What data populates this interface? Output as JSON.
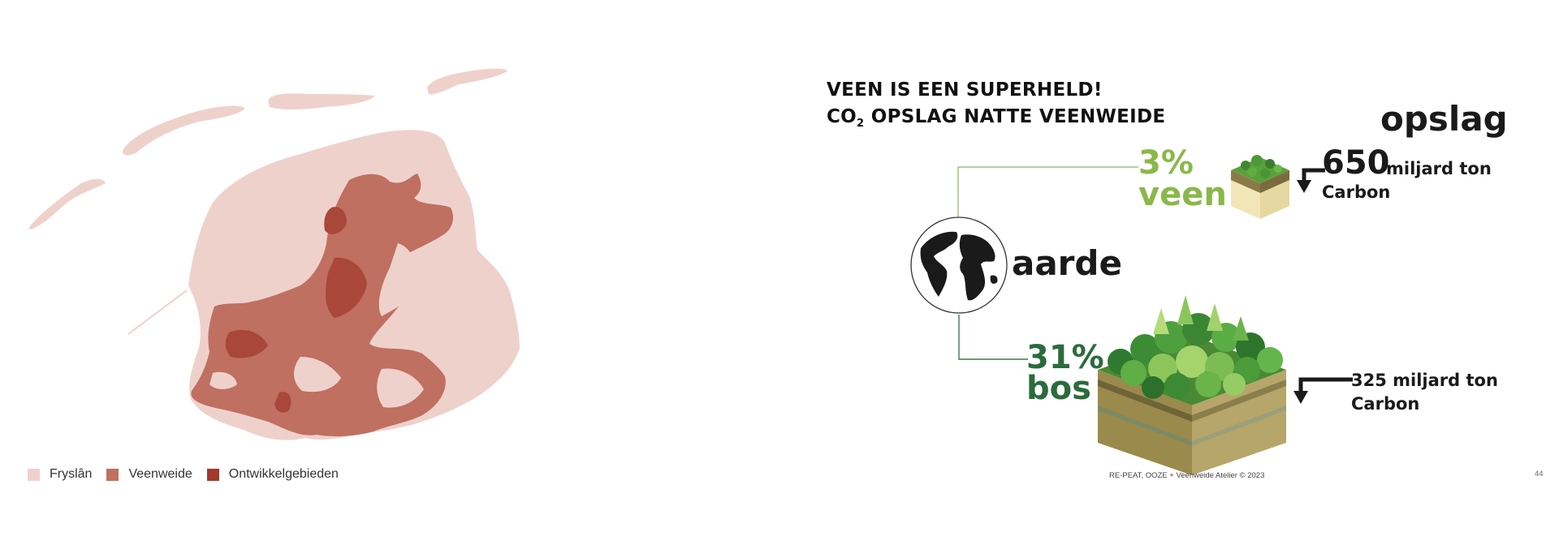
{
  "legend": [
    {
      "label": "Fryslân",
      "color": "#efd1cc"
    },
    {
      "label": "Veenweide",
      "color": "#bf7060"
    },
    {
      "label": "Ontwikkelgebieden",
      "color": "#a3392e"
    }
  ],
  "infographic": {
    "title_line1": "VEEN IS EEN SUPERHELD!",
    "title_line2_prefix": "CO",
    "title_line2_sub": "2",
    "title_line2_rest": " OPSLAG NATTE VEENWEIDE",
    "opslag": "opslag",
    "aarde": "aarde",
    "veen_pct": "3%",
    "veen_label": "veen",
    "veen_amount": "650",
    "veen_unit": "miljard ton",
    "veen_carbon": "Carbon",
    "bos_pct": "31%",
    "bos_label": "bos",
    "bos_amount": "325 miljard ton",
    "bos_carbon": "Carbon",
    "colors": {
      "veen_green": "#8ab84a",
      "bos_green": "#2b6b3c",
      "line": "#9fc272"
    }
  },
  "footer": {
    "credit": "RE-PEAT, OOZE + Veenweide Atelier © 2023",
    "page": "44"
  }
}
